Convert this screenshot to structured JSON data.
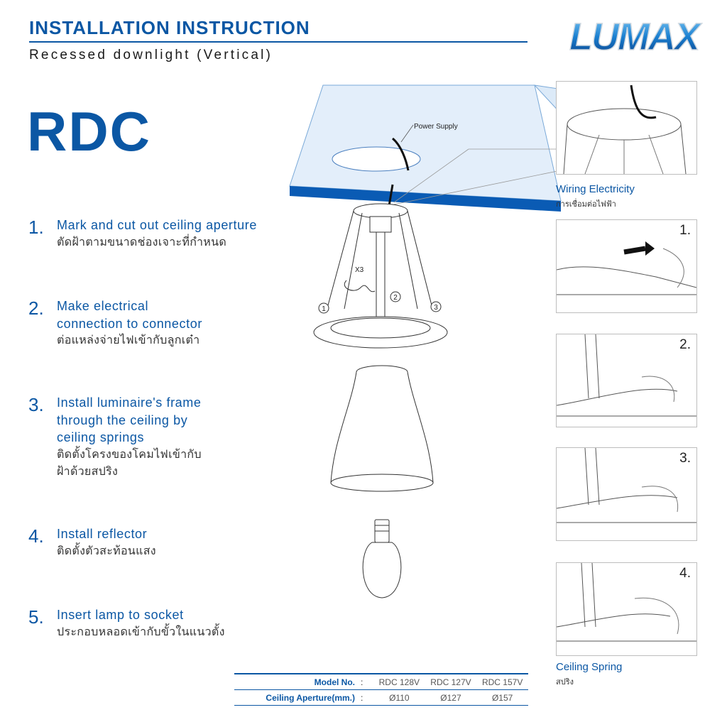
{
  "header": {
    "title": "INSTALLATION INSTRUCTION",
    "subtitle": "Recessed downlight (Vertical)",
    "model_code": "RDC",
    "brand": "LUMAX"
  },
  "steps": [
    {
      "num": "1.",
      "en": "Mark and cut out ceiling aperture",
      "th": "ตัดฝ้าตามขนาดช่องเจาะที่กำหนด"
    },
    {
      "num": "2.",
      "en": "Make electrical\nconnection to connector",
      "th": "ต่อแหล่งจ่ายไฟเข้ากับลูกเต๋า"
    },
    {
      "num": "3.",
      "en": "Install luminaire's frame\nthrough the ceiling by\nceiling springs",
      "th": "ติดตั้งโครงของโคมไฟเข้ากับ\nฝ้าด้วยสปริง"
    },
    {
      "num": "4.",
      "en": "Install reflector",
      "th": "ติดตั้งตัวสะท้อนแสง"
    },
    {
      "num": "5.",
      "en": "Insert lamp to socket",
      "th": "ประกอบหลอดเข้ากับขั้วในแนวตั้ง"
    }
  ],
  "diagram": {
    "power_supply": "Power Supply",
    "times": "X3",
    "markers": [
      "1",
      "2",
      "3"
    ]
  },
  "panels": {
    "wiring_en": "Wiring Electricity",
    "wiring_th": "การเชื่อมต่อไฟฟ้า",
    "spring_en": "Ceiling Spring",
    "spring_th": "สปริง",
    "numbers": [
      "1.",
      "2.",
      "3.",
      "4."
    ]
  },
  "spec_table": {
    "model_label": "Model No.",
    "aperture_label": "Ceiling Aperture(mm.)",
    "colon": ":",
    "models": [
      "RDC 128V",
      "RDC 127V",
      "RDC 157V"
    ],
    "apertures": [
      "Ø110",
      "Ø127",
      "Ø157"
    ]
  },
  "colors": {
    "brand_blue": "#0b57a4",
    "ceiling_edge": "#0a5bb4",
    "ceiling_fill": "#dceaf8"
  }
}
